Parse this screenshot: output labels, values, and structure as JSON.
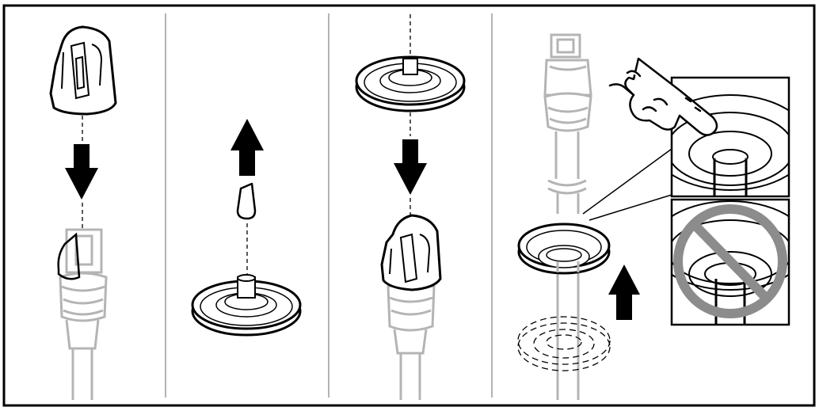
{
  "figure": {
    "type": "installation-instructions",
    "panels": [
      {
        "step": 1,
        "subject": "cable-clip-onto-rj45-plug",
        "arrow": "down"
      },
      {
        "step": 2,
        "subject": "remove-plug-from-grommet",
        "arrow": "up"
      },
      {
        "step": 3,
        "subject": "push-grommet-onto-clip",
        "arrow": "down"
      },
      {
        "step": 4,
        "subject": "slide-grommet-up-cable",
        "arrow": "up",
        "detail_insets": [
          "correct-seating",
          "incorrect-seating"
        ]
      }
    ],
    "colors": {
      "ink": "#000000",
      "cable_gray": "#b4b4b4",
      "prohibited_gray": "#8c8c8c",
      "divider": "#9a9a9a",
      "background": "#ffffff"
    }
  }
}
